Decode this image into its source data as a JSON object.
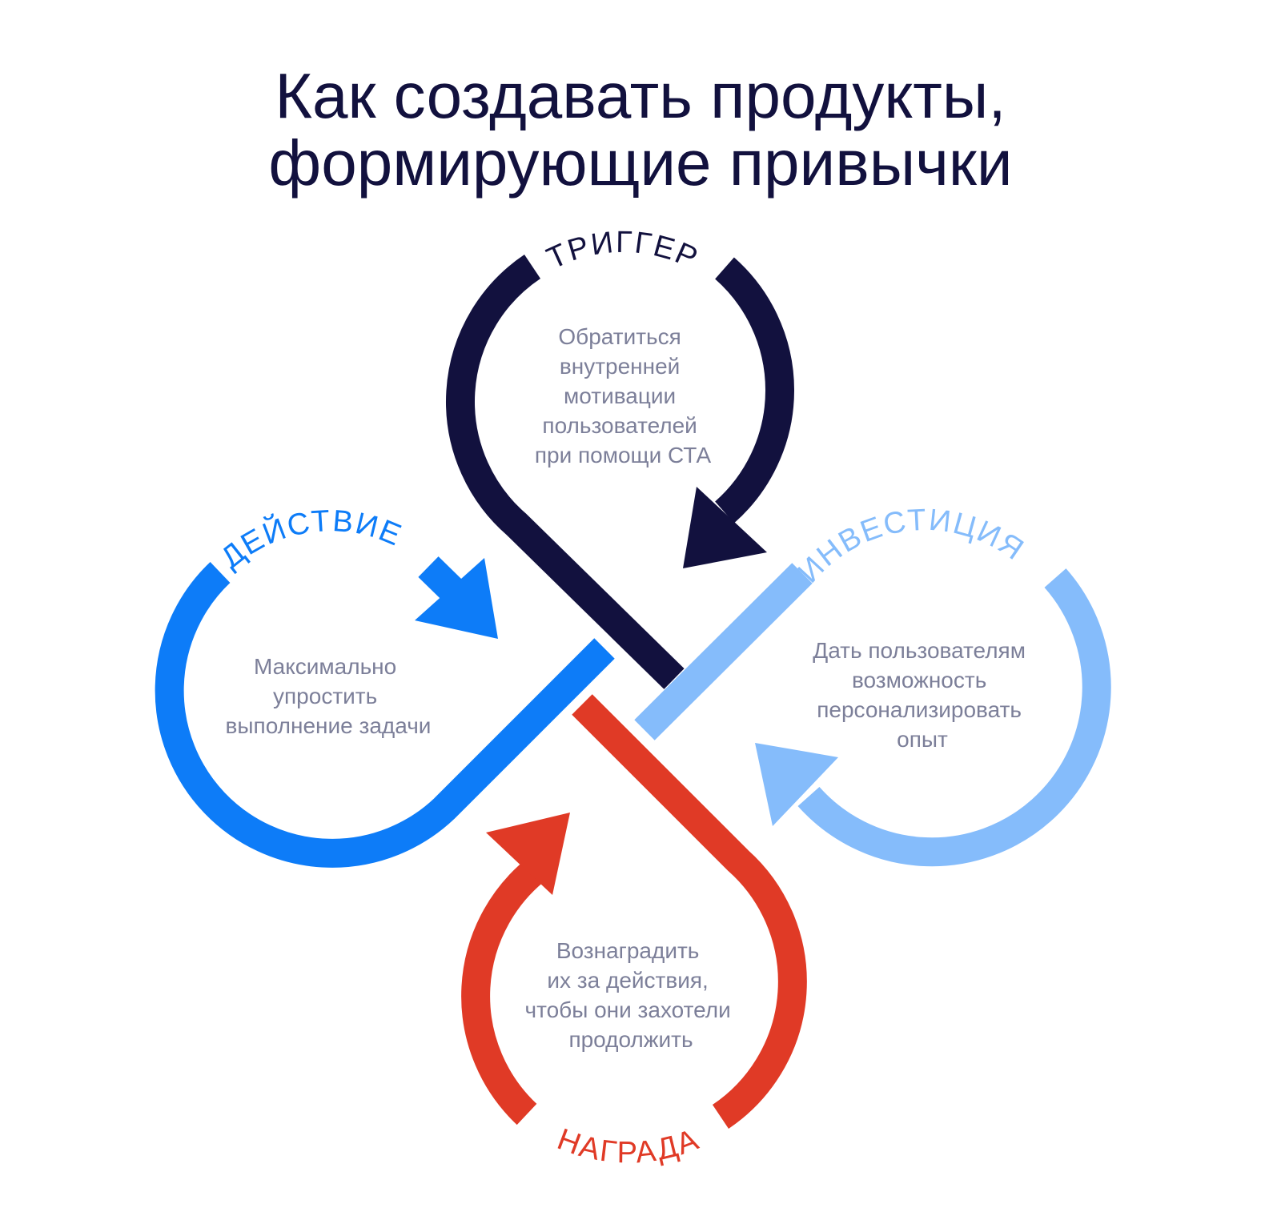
{
  "title": {
    "line1": "Как создавать продукты,",
    "line2": "формирующие привычки"
  },
  "colors": {
    "trigger": "#12113e",
    "action": "#0d7cf8",
    "investment": "#85bcfb",
    "reward": "#e03a26",
    "text": "#7c7f99"
  },
  "stages": {
    "trigger": {
      "label": "ТРИГГЕР",
      "lines": [
        "Обратиться",
        "внутренней",
        "мотивации",
        "пользователей",
        "при помощи СТА"
      ]
    },
    "action": {
      "label": "ДЕЙСТВИЕ",
      "lines": [
        "Максимально",
        "упростить",
        "выполнение задачи"
      ]
    },
    "investment": {
      "label": "ИНВЕСТИЦИЯ",
      "lines": [
        "Дать пользователям",
        "возможность",
        "персонализировать",
        "опыт"
      ]
    },
    "reward": {
      "label": "НАГРАДА",
      "lines": [
        "Вознаградить",
        "их за действия,",
        "чтобы они захотели",
        "продолжить"
      ]
    }
  }
}
